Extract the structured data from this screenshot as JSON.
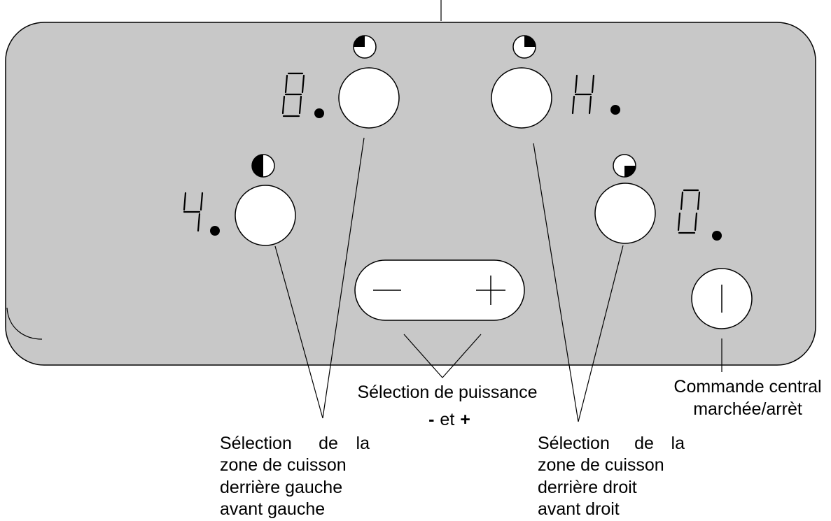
{
  "displays": {
    "rear_left": "8",
    "rear_right": "H",
    "front_left": "4",
    "front_right": "0"
  },
  "buttons": {
    "minus_symbol": "−",
    "plus_symbol": "+",
    "power_symbol": "|"
  },
  "labels": {
    "power_title": "Sélection de puissance",
    "power_minus": "-",
    "power_and": "et",
    "power_plus": "+",
    "central_line1": "Commande central",
    "central_line2": "marchée/arrèt",
    "left_line1_w1": "Sélection",
    "left_line1_w2": "de",
    "left_line1_w3": "la",
    "left_line2": "zone de cuisson",
    "left_line3": "derrière gauche",
    "left_line4": "avant gauche",
    "right_line1_w1": "Sélection",
    "right_line1_w2": "de",
    "right_line1_w3": "la",
    "right_line2": "zone de cuisson",
    "right_line3": "derrière droit",
    "right_line4": "avant droit"
  },
  "colors": {
    "panel": "#c8c8c8",
    "button": "#ffffff",
    "stroke": "#000000"
  }
}
